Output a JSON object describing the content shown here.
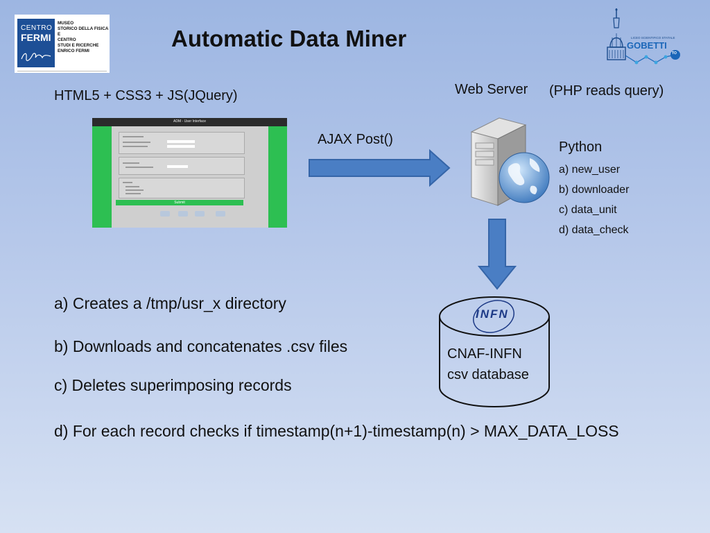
{
  "title": "Automatic Data Miner",
  "logos": {
    "fermi": {
      "line1": "CENTRO",
      "line2": "FERMI",
      "desc": [
        "MUSEO",
        "STORICO DELLA FISICA",
        "E",
        "CENTRO",
        "STUDI E RICERCHE",
        "ENRICO FERMI"
      ]
    },
    "gobetti": {
      "tagline": "LICEO SCIENTIFICO STATALE",
      "name": "GOBETTI",
      "badge": "TO"
    },
    "infn": "INFN"
  },
  "client": {
    "stack_label": "HTML5 + CSS3 + JS(JQuery)",
    "screenshot_bar": "ADM - User Interface",
    "screenshot_submit": "Submit"
  },
  "transfer": {
    "ajax_label": "AJAX Post()"
  },
  "server": {
    "label": "Web Server",
    "note": "(PHP reads query)",
    "python_label": "Python",
    "scripts": [
      "a) new_user",
      "b) downloader",
      "c) data_unit",
      "d) data_check"
    ]
  },
  "database": {
    "line1": "CNAF-INFN",
    "line2": "csv database"
  },
  "steps": [
    "a) Creates a /tmp/usr_x directory",
    "b) Downloads and concatenates .csv files",
    "c) Deletes superimposing records",
    "d) For each record checks if timestamp(n+1)-timestamp(n) > MAX_DATA_LOSS"
  ],
  "colors": {
    "arrow": "#4a7ec4",
    "screenshot_green": "#2dbf52",
    "fermi_blue": "#1d4f96",
    "infn_blue": "#1d3a86"
  },
  "icons": {
    "server": "server-globe-icon",
    "database": "database-cylinder-icon"
  }
}
